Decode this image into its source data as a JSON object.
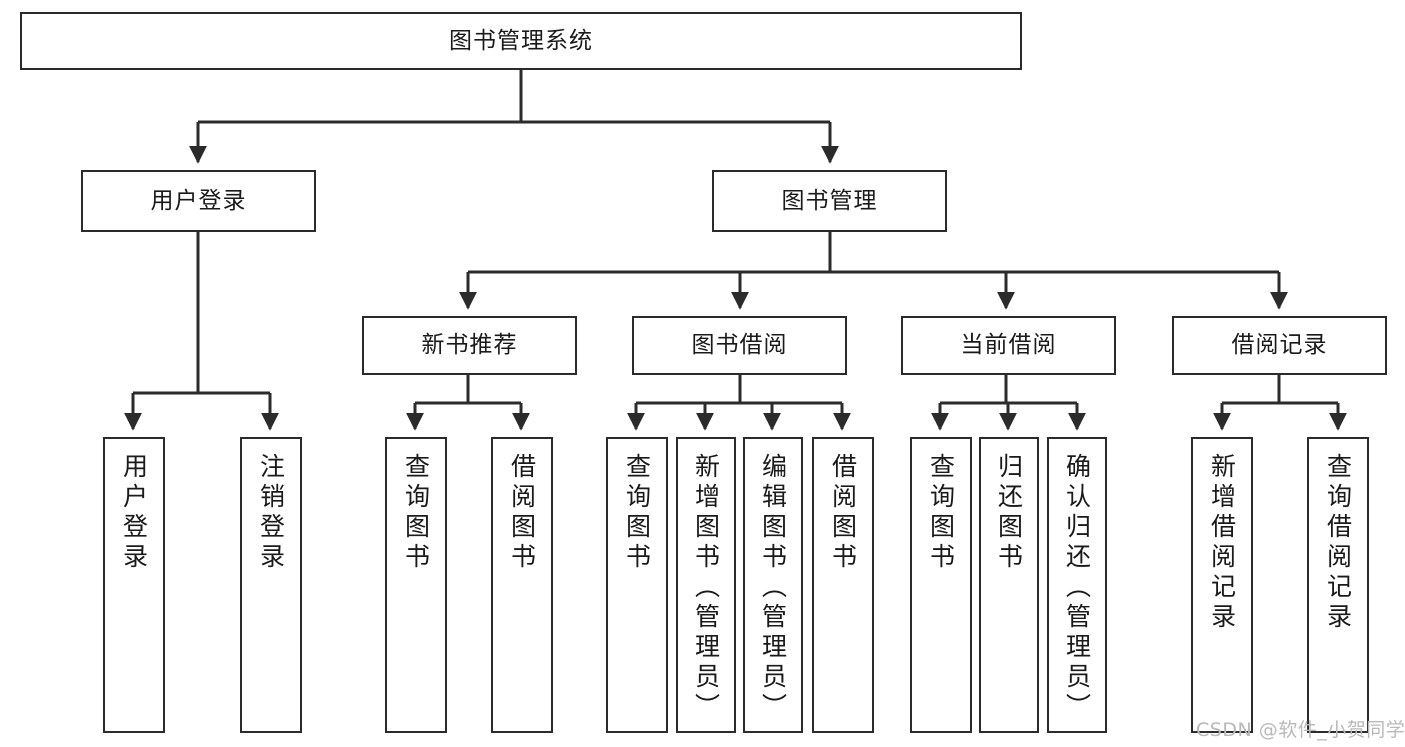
{
  "diagram": {
    "title": "图书管理系统",
    "type": "tree-hierarchy-chart",
    "watermark": "CSDN @软件_小贺同学",
    "colors": {
      "box_border": "#2b2b2b",
      "box_fill": "#ffffff",
      "edge": "#2b2b2b",
      "text": "#1a1a1a",
      "watermark": "#b9b9b9"
    }
  },
  "nodes": {
    "root": {
      "label": "图书管理系统"
    },
    "level2": [
      {
        "id": "user-login",
        "label": "用户登录"
      },
      {
        "id": "book-management",
        "label": "图书管理"
      }
    ],
    "level3": [
      {
        "id": "new-book-recommend",
        "label": "新书推荐"
      },
      {
        "id": "book-borrow",
        "label": "图书借阅"
      },
      {
        "id": "current-borrow",
        "label": "当前借阅"
      },
      {
        "id": "borrow-record",
        "label": "借阅记录"
      }
    ],
    "leaves": [
      {
        "id": "leaf-user-login",
        "label": "用户登录",
        "parent": "user-login"
      },
      {
        "id": "leaf-logout-login",
        "label": "注销登录",
        "parent": "user-login"
      },
      {
        "id": "leaf-query-book-1",
        "label": "查询图书",
        "parent": "new-book-recommend"
      },
      {
        "id": "leaf-borrow-book-1",
        "label": "借阅图书",
        "parent": "new-book-recommend"
      },
      {
        "id": "leaf-query-book-2",
        "label": "查询图书",
        "parent": "book-borrow"
      },
      {
        "id": "leaf-add-book",
        "label": "新增图书（管理员）",
        "parent": "book-borrow"
      },
      {
        "id": "leaf-edit-book",
        "label": "编辑图书（管理员）",
        "parent": "book-borrow"
      },
      {
        "id": "leaf-borrow-book-2",
        "label": "借阅图书",
        "parent": "book-borrow"
      },
      {
        "id": "leaf-query-book-3",
        "label": "查询图书",
        "parent": "current-borrow"
      },
      {
        "id": "leaf-return-book",
        "label": "归还图书",
        "parent": "current-borrow"
      },
      {
        "id": "leaf-confirm-return",
        "label": "确认归还（管理员）",
        "parent": "current-borrow"
      },
      {
        "id": "leaf-add-record",
        "label": "新增借阅记录",
        "parent": "borrow-record"
      },
      {
        "id": "leaf-query-record",
        "label": "查询借阅记录",
        "parent": "borrow-record"
      }
    ]
  }
}
